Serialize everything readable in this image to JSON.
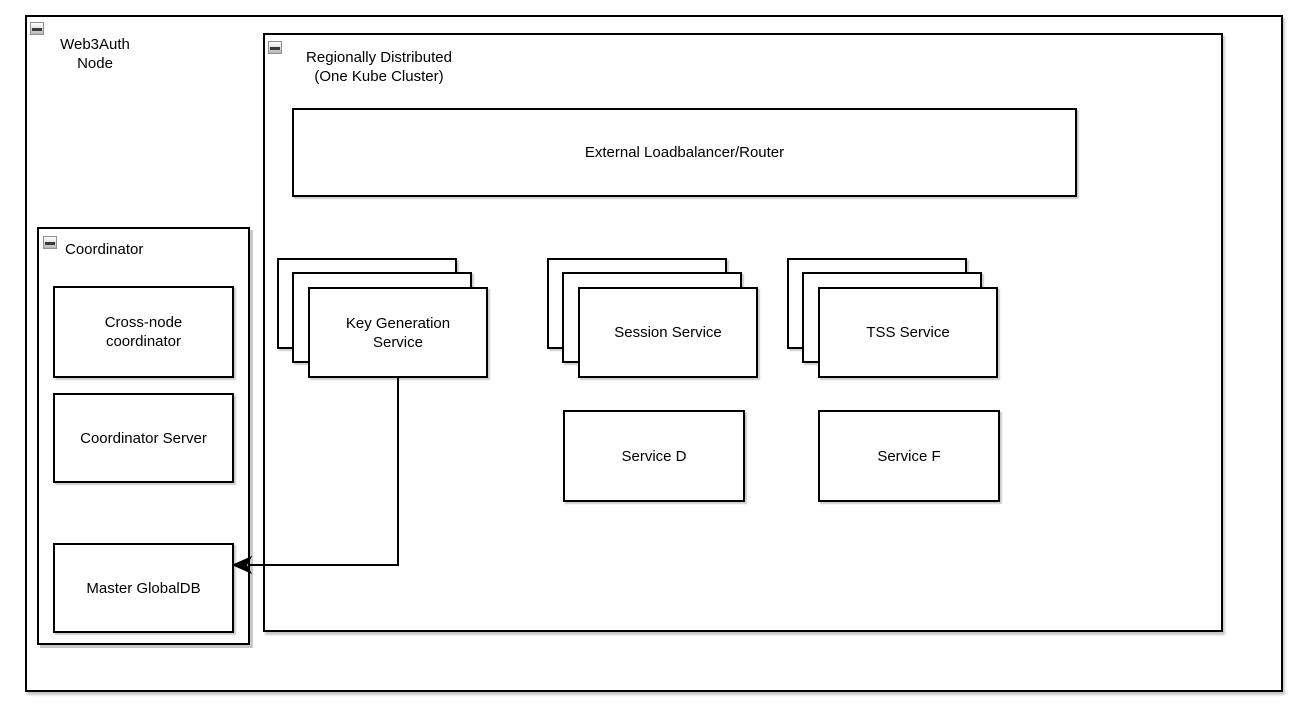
{
  "diagram": {
    "web3auth": {
      "label": "Web3Auth\nNode"
    },
    "region": {
      "label": "Regionally Distributed\n(One Kube Cluster)"
    },
    "loadbalancer": {
      "label": "External Loadbalancer/Router"
    },
    "stacks": [
      {
        "label": "Key Generation\nService",
        "replicas": 3
      },
      {
        "label": "Session Service",
        "replicas": 3
      },
      {
        "label": "TSS Service",
        "replicas": 3
      }
    ],
    "services": [
      {
        "label": "Service D"
      },
      {
        "label": "Service F"
      }
    ],
    "coordinator": {
      "label": "Coordinator",
      "boxes": [
        {
          "label": "Cross-node\ncoordinator"
        },
        {
          "label": "Coordinator Server"
        },
        {
          "label": "Master GlobalDB"
        }
      ]
    },
    "connector": {
      "from": "Key Generation Service",
      "to": "Master GlobalDB"
    },
    "colors": {
      "border": "#000000",
      "fill": "#ffffff",
      "shadow": "#c9c9c9"
    }
  }
}
